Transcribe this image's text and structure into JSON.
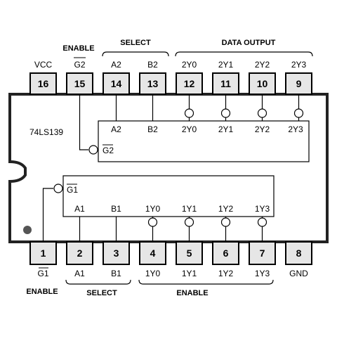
{
  "chip": {
    "part": "74LS139"
  },
  "top": {
    "pins": [
      "16",
      "15",
      "14",
      "13",
      "12",
      "11",
      "10",
      "9"
    ],
    "labels": [
      "VCC",
      "G2",
      "A2",
      "B2",
      "2Y0",
      "2Y1",
      "2Y2",
      "2Y3"
    ],
    "groups": {
      "enable": "ENABLE",
      "select": "SELECT",
      "data_output": "DATA OUTPUT"
    },
    "inner": [
      "A2",
      "B2",
      "2Y0",
      "2Y1",
      "2Y2",
      "2Y3"
    ],
    "inner_enable": "G2"
  },
  "bottom": {
    "pins": [
      "1",
      "2",
      "3",
      "4",
      "5",
      "6",
      "7",
      "8"
    ],
    "labels": [
      "G1",
      "A1",
      "B1",
      "1Y0",
      "1Y1",
      "1Y2",
      "1Y3",
      "GND"
    ],
    "groups": {
      "enable_left": "ENABLE",
      "select": "SELECT",
      "enable_right": "ENABLE"
    },
    "inner": [
      "A1",
      "B1",
      "1Y0",
      "1Y1",
      "1Y2",
      "1Y3"
    ],
    "inner_enable": "G1"
  }
}
